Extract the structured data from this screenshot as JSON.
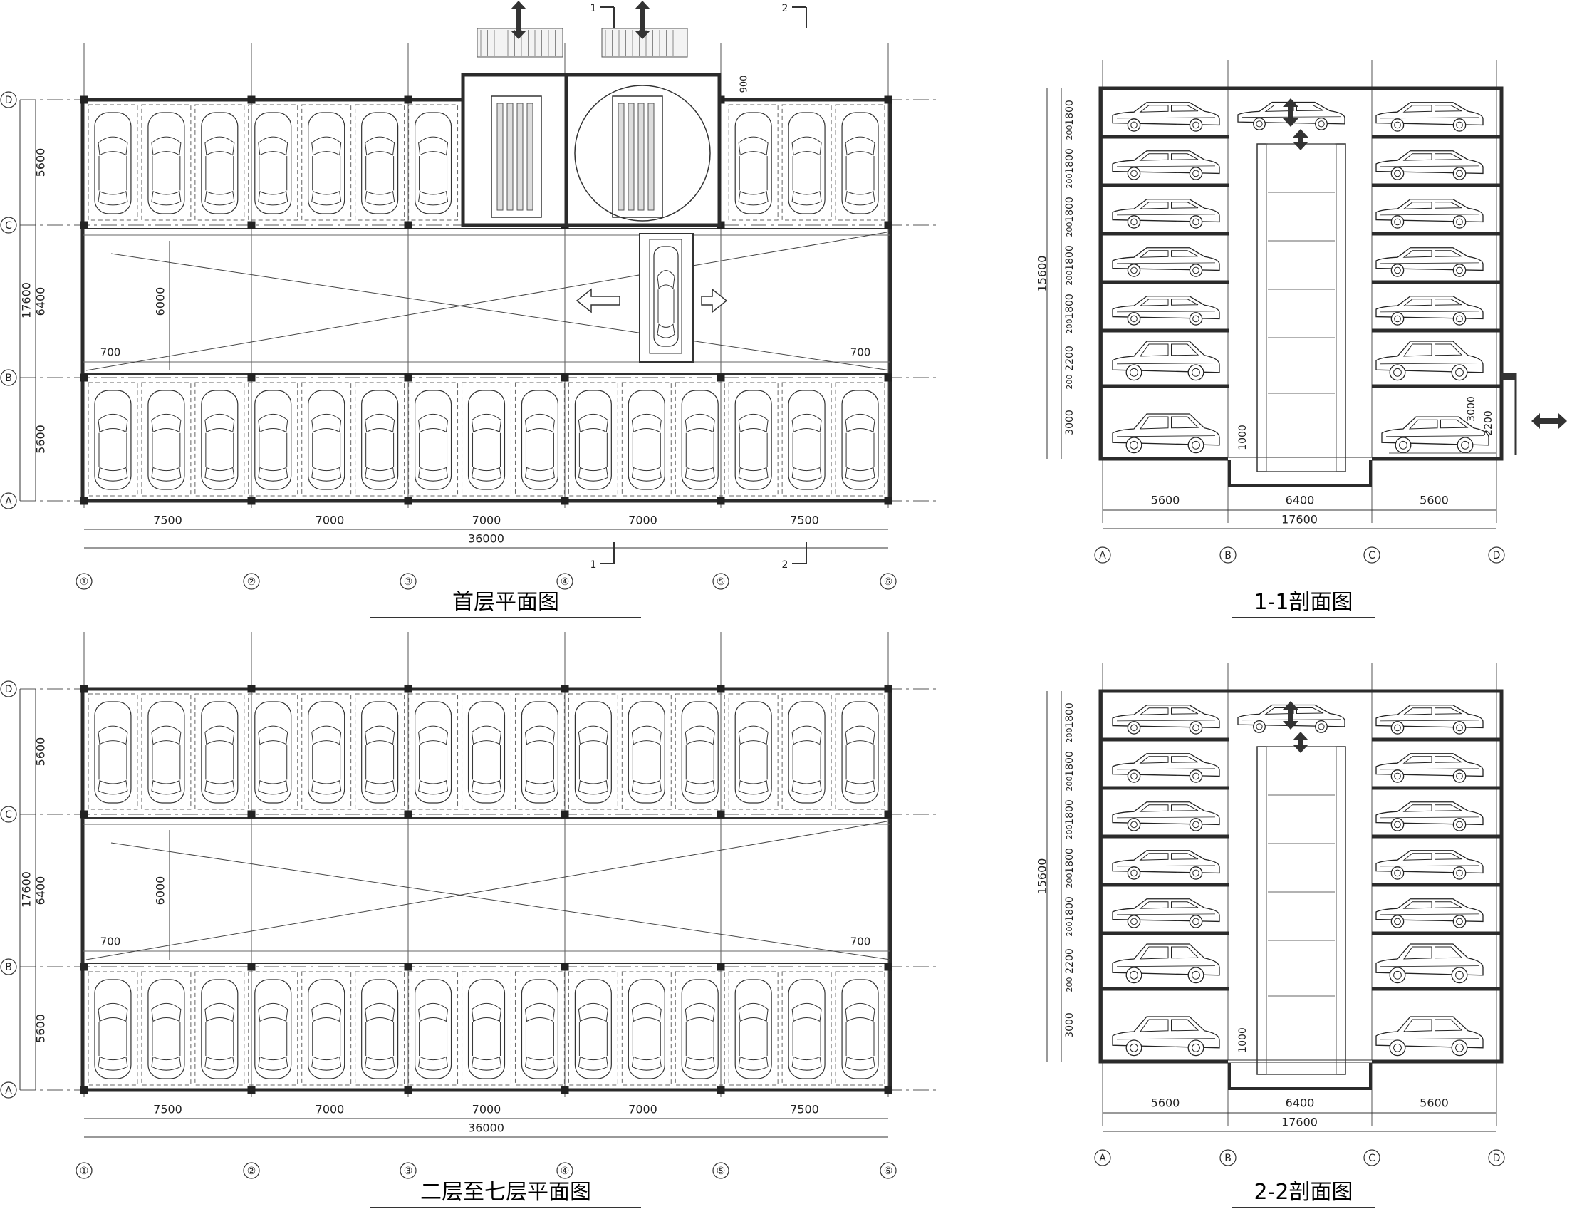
{
  "titles": {
    "ground_plan": "首层平面图",
    "upper_plan": "二层至七层平面图",
    "section_1": "1-1剖面图",
    "section_2": "2-2剖面图"
  },
  "plan": {
    "col_labels": [
      "①",
      "②",
      "③",
      "④",
      "⑤",
      "⑥"
    ],
    "row_labels": [
      "D",
      "C",
      "B",
      "A"
    ],
    "bay_dims": [
      "7500",
      "7000",
      "7000",
      "7000",
      "7500"
    ],
    "total_width": "36000",
    "row_dims": [
      "5600",
      "6400",
      "5600"
    ],
    "total_depth": "17600",
    "aisle_inner": "6000",
    "edge_offset": "700",
    "pit_dim": "900",
    "cut_marks": [
      "1",
      "2"
    ]
  },
  "section": {
    "grid_labels": [
      "A",
      "B",
      "C",
      "D"
    ],
    "width_dims": [
      "5600",
      "6400",
      "5600"
    ],
    "total_width": "17600",
    "total_height": "15600",
    "level_heights": [
      "1800",
      "1800",
      "1800",
      "1800",
      "1800",
      "2200",
      "3000"
    ],
    "slab": "200",
    "pit_depth": "1000",
    "entry_heights": [
      "3000",
      "2200"
    ]
  },
  "colors": {
    "line": "#333333",
    "wall": "#2b2b2b",
    "dash": "#666666"
  }
}
